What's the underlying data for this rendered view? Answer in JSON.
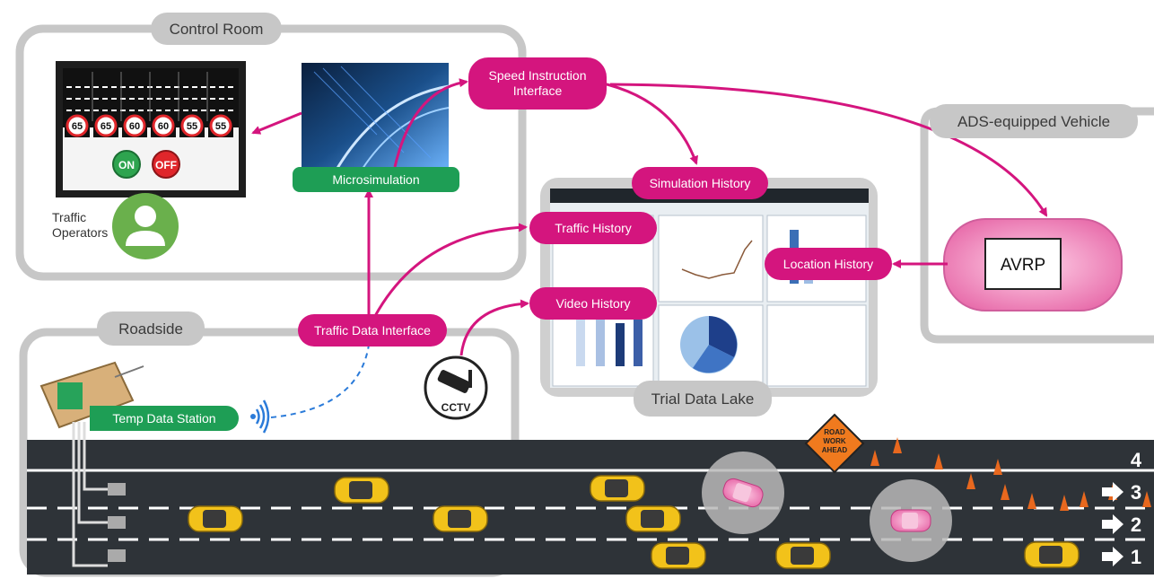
{
  "zones": {
    "control_room": "Control Room",
    "roadside": "Roadside",
    "vehicle": "ADS-equipped Vehicle",
    "data_lake": "Trial Data Lake"
  },
  "interfaces": {
    "speed": "Speed Instruction Interface",
    "traffic_data": "Traffic Data Interface"
  },
  "histories": {
    "simulation": "Simulation History",
    "traffic": "Traffic History",
    "video": "Video History",
    "location": "Location History"
  },
  "labels": {
    "microsimulation": "Microsimulation",
    "traffic_operators_1": "Traffic",
    "traffic_operators_2": "Operators",
    "temp_data_station": "Temp Data Station",
    "avrp": "AVRP",
    "cctv": "CCTV",
    "road_work_1": "ROAD",
    "road_work_2": "WORK",
    "road_work_3": "AHEAD",
    "btn_on": "ON",
    "btn_off": "OFF"
  },
  "vms_speeds": [
    "65",
    "65",
    "60",
    "60",
    "55",
    "55"
  ],
  "lane_numbers": [
    "4",
    "3",
    "2",
    "1"
  ],
  "colors": {
    "magenta": "#d4157e",
    "green": "#1e9e55",
    "zone_grey": "#c7c7c7",
    "road": "#2e3338",
    "cone": "#e8681e"
  },
  "icons": [
    "person-icon",
    "cctv-camera-icon",
    "wireless-signal-icon",
    "lane-arrow-icon",
    "car-icon"
  ]
}
